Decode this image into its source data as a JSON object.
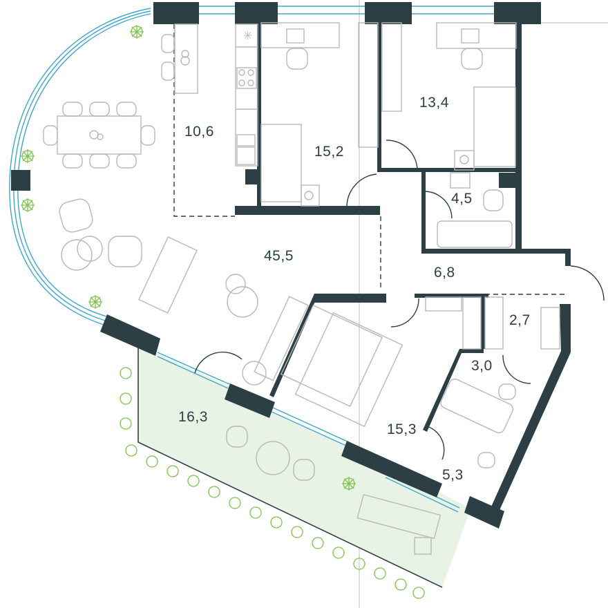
{
  "plan": {
    "colors": {
      "wall": "#2b3f45",
      "window": "#3da6cf",
      "terrace_fill": "#e8f3e6",
      "furniture": "#b8b8b8",
      "plant": "#7cc34a",
      "text": "#2b3f45"
    },
    "rooms": [
      {
        "id": "kitchen",
        "area": "10,6"
      },
      {
        "id": "bedroom-1",
        "area": "15,2"
      },
      {
        "id": "bedroom-2",
        "area": "13,4"
      },
      {
        "id": "bathroom-1",
        "area": "4,5"
      },
      {
        "id": "living",
        "area": "45,5"
      },
      {
        "id": "hall",
        "area": "6,8"
      },
      {
        "id": "wardrobe",
        "area": "2,7"
      },
      {
        "id": "bathroom-2",
        "area": "3,0"
      },
      {
        "id": "master-bedroom",
        "area": "15,3"
      },
      {
        "id": "bathroom-3",
        "area": "5,3"
      },
      {
        "id": "terrace",
        "area": "16,3"
      }
    ]
  }
}
